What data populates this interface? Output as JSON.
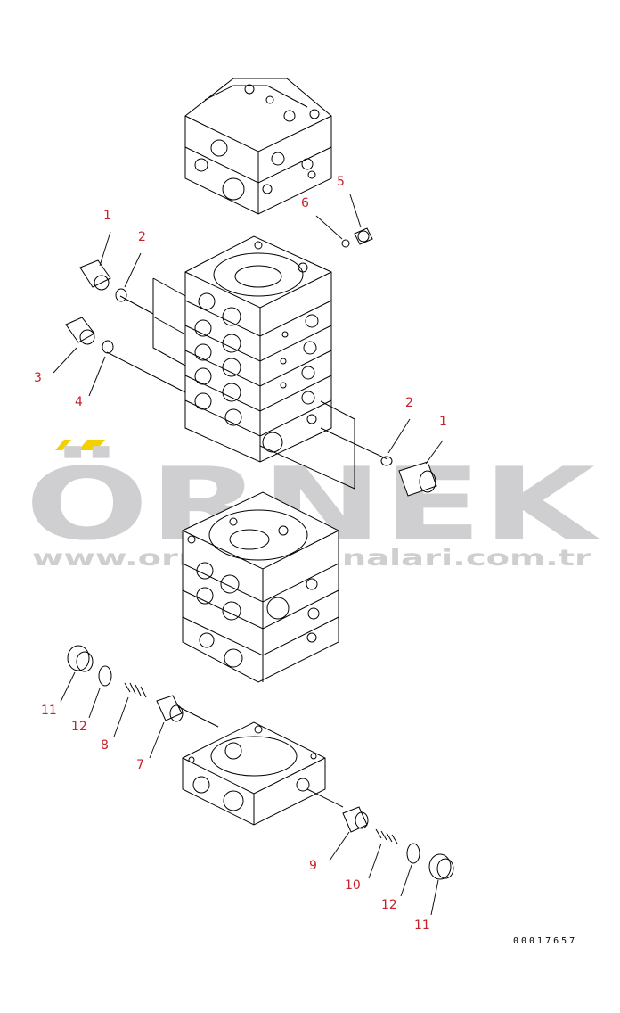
{
  "watermark": {
    "brand": "ÖRNEK",
    "url": "www.ornekmakinalari.com.tr",
    "color": "#cfcfd1",
    "accent": "#f5d000"
  },
  "callout_color": "#c8202a",
  "callouts": [
    "1",
    "2",
    "6",
    "5",
    "3",
    "4",
    "2",
    "1",
    "11",
    "12",
    "8",
    "7",
    "9",
    "10",
    "12",
    "11"
  ],
  "drawing_code": "00017657"
}
